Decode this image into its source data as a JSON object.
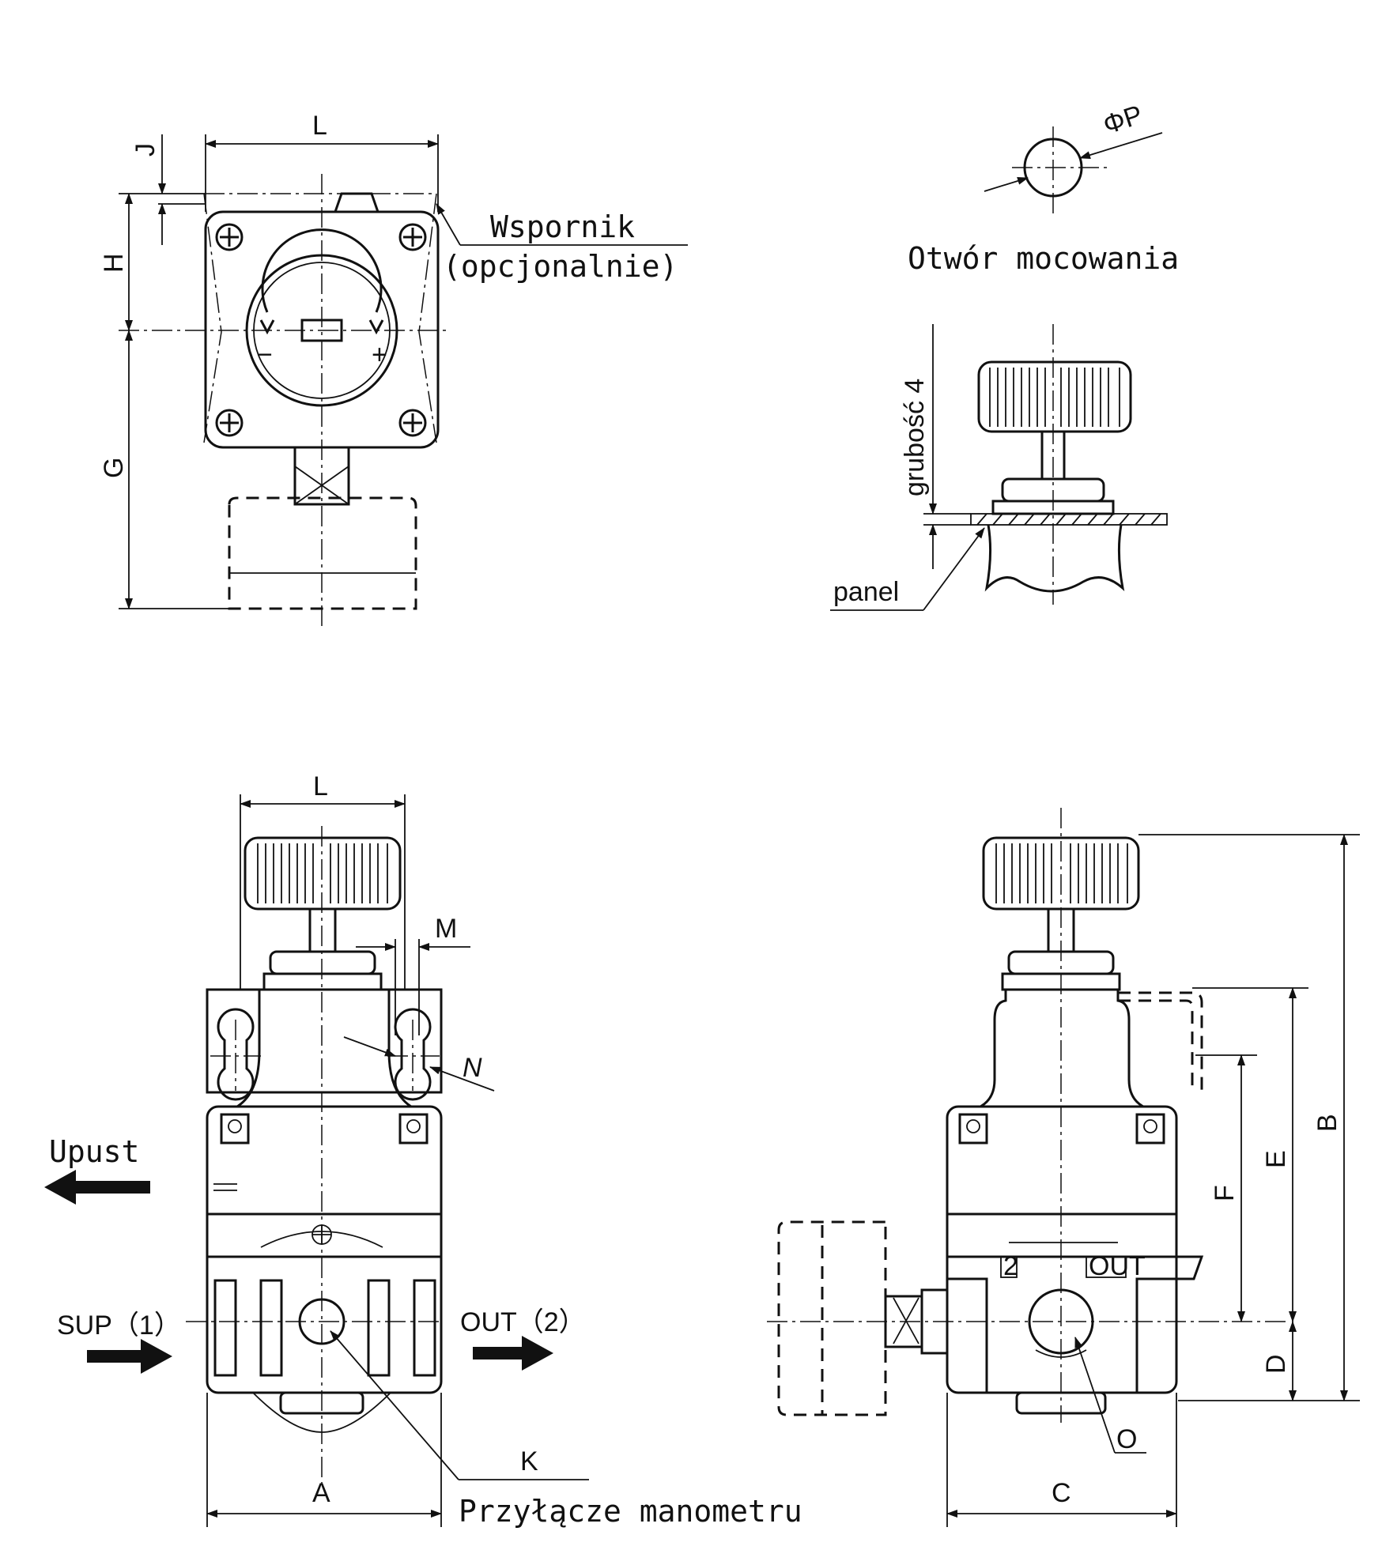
{
  "labels": {
    "bracket": "Wspornik",
    "bracket_optional": "(opcjonalnie)",
    "mounting_hole": "Otwór mocowania",
    "thickness": "grubość 4",
    "panel": "panel",
    "exhaust": "Upust",
    "sup": "SUP（1）",
    "out": "OUT（2）",
    "gauge_port": "Przyłącze manometru",
    "port_2": "2",
    "port_out": "OUT"
  },
  "dimensions": {
    "A": "A",
    "B": "B",
    "C": "C",
    "D": "D",
    "E": "E",
    "F": "F",
    "G": "G",
    "H": "H",
    "J": "J",
    "K": "K",
    "L_top": "L",
    "L_front": "L",
    "M": "M",
    "N": "N",
    "O": "O",
    "P": "ΦP"
  }
}
